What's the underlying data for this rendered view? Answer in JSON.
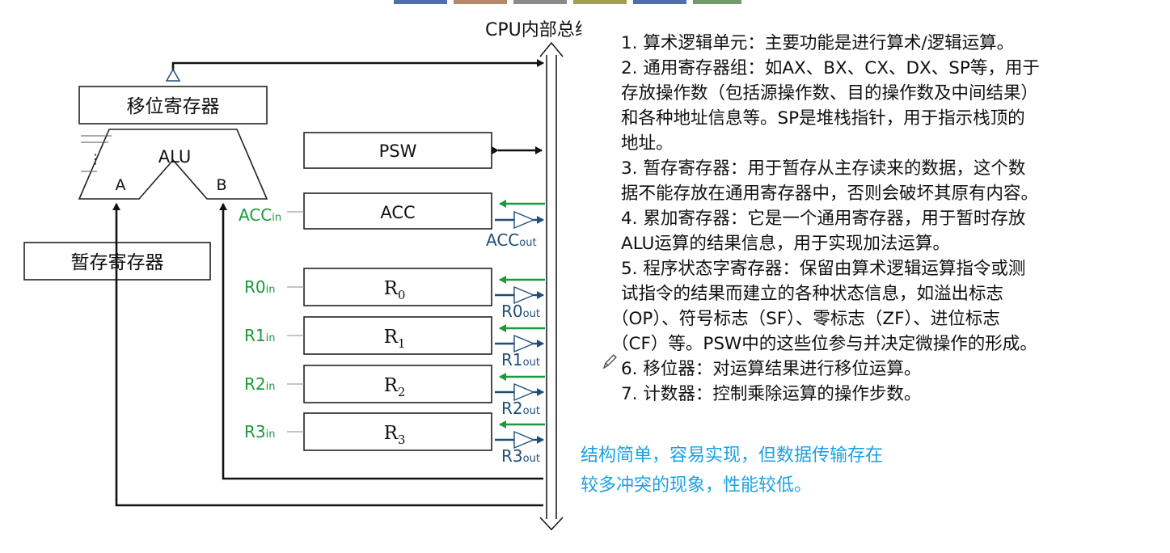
{
  "diagram": {
    "bus_label": "CPU内部总线",
    "shift_register": "移位寄存器",
    "alu": {
      "label": "ALU",
      "port_a": "A",
      "port_b": "B",
      "dots": "⋮"
    },
    "temp_register": "暂存寄存器",
    "psw": "PSW",
    "acc": {
      "label": "ACC",
      "in": {
        "base": "ACC",
        "sub": "in"
      },
      "out": {
        "base": "ACC",
        "sub": "out"
      }
    },
    "registers": [
      {
        "base": "R",
        "sub": "0",
        "in": {
          "base": "R0",
          "sub": "in"
        },
        "out": {
          "base": "R0",
          "sub": "out"
        }
      },
      {
        "base": "R",
        "sub": "1",
        "in": {
          "base": "R1",
          "sub": "in"
        },
        "out": {
          "base": "R1",
          "sub": "out"
        }
      },
      {
        "base": "R",
        "sub": "2",
        "in": {
          "base": "R2",
          "sub": "in"
        },
        "out": {
          "base": "R2",
          "sub": "out"
        }
      },
      {
        "base": "R",
        "sub": "3",
        "in": {
          "base": "R3",
          "sub": "in"
        },
        "out": {
          "base": "R3",
          "sub": "out"
        }
      }
    ],
    "colors": {
      "in_signal": "#1a9a3a",
      "out_signal": "#1f4e79",
      "summary": "#1ba1e2"
    }
  },
  "descriptions": [
    "1. 算术逻辑单元：主要功能是进行算术/逻辑运算。",
    "2. 通用寄存器组：如AX、BX、CX、DX、SP等，用于",
    "存放操作数（包括源操作数、目的操作数及中间结果）",
    "和各种地址信息等。SP是堆栈指针，用于指示栈顶的",
    "地址。",
    "3. 暂存寄存器：用于暂存从主存读来的数据，这个数",
    "据不能存放在通用寄存器中，否则会破坏其原有内容。",
    "4. 累加寄存器：它是一个通用寄存器，用于暂时存放",
    "ALU运算的结果信息，用于实现加法运算。",
    "5. 程序状态字寄存器：保留由算术逻辑运算指令或测",
    "试指令的结果而建立的各种状态信息，如溢出标志",
    "（OP）、符号标志（SF）、零标志（ZF）、进位标志",
    "（CF）等。PSW中的这些位参与并决定微操作的形成。",
    "6. 移位器：对运算结果进行移位运算。",
    "7. 计数器：控制乘除运算的操作步数。"
  ],
  "summary": [
    "结构简单，容易实现，但数据传输存在",
    "较多冲突的现象，性能较低。"
  ],
  "icons": {
    "pencil": "pencil-icon"
  }
}
